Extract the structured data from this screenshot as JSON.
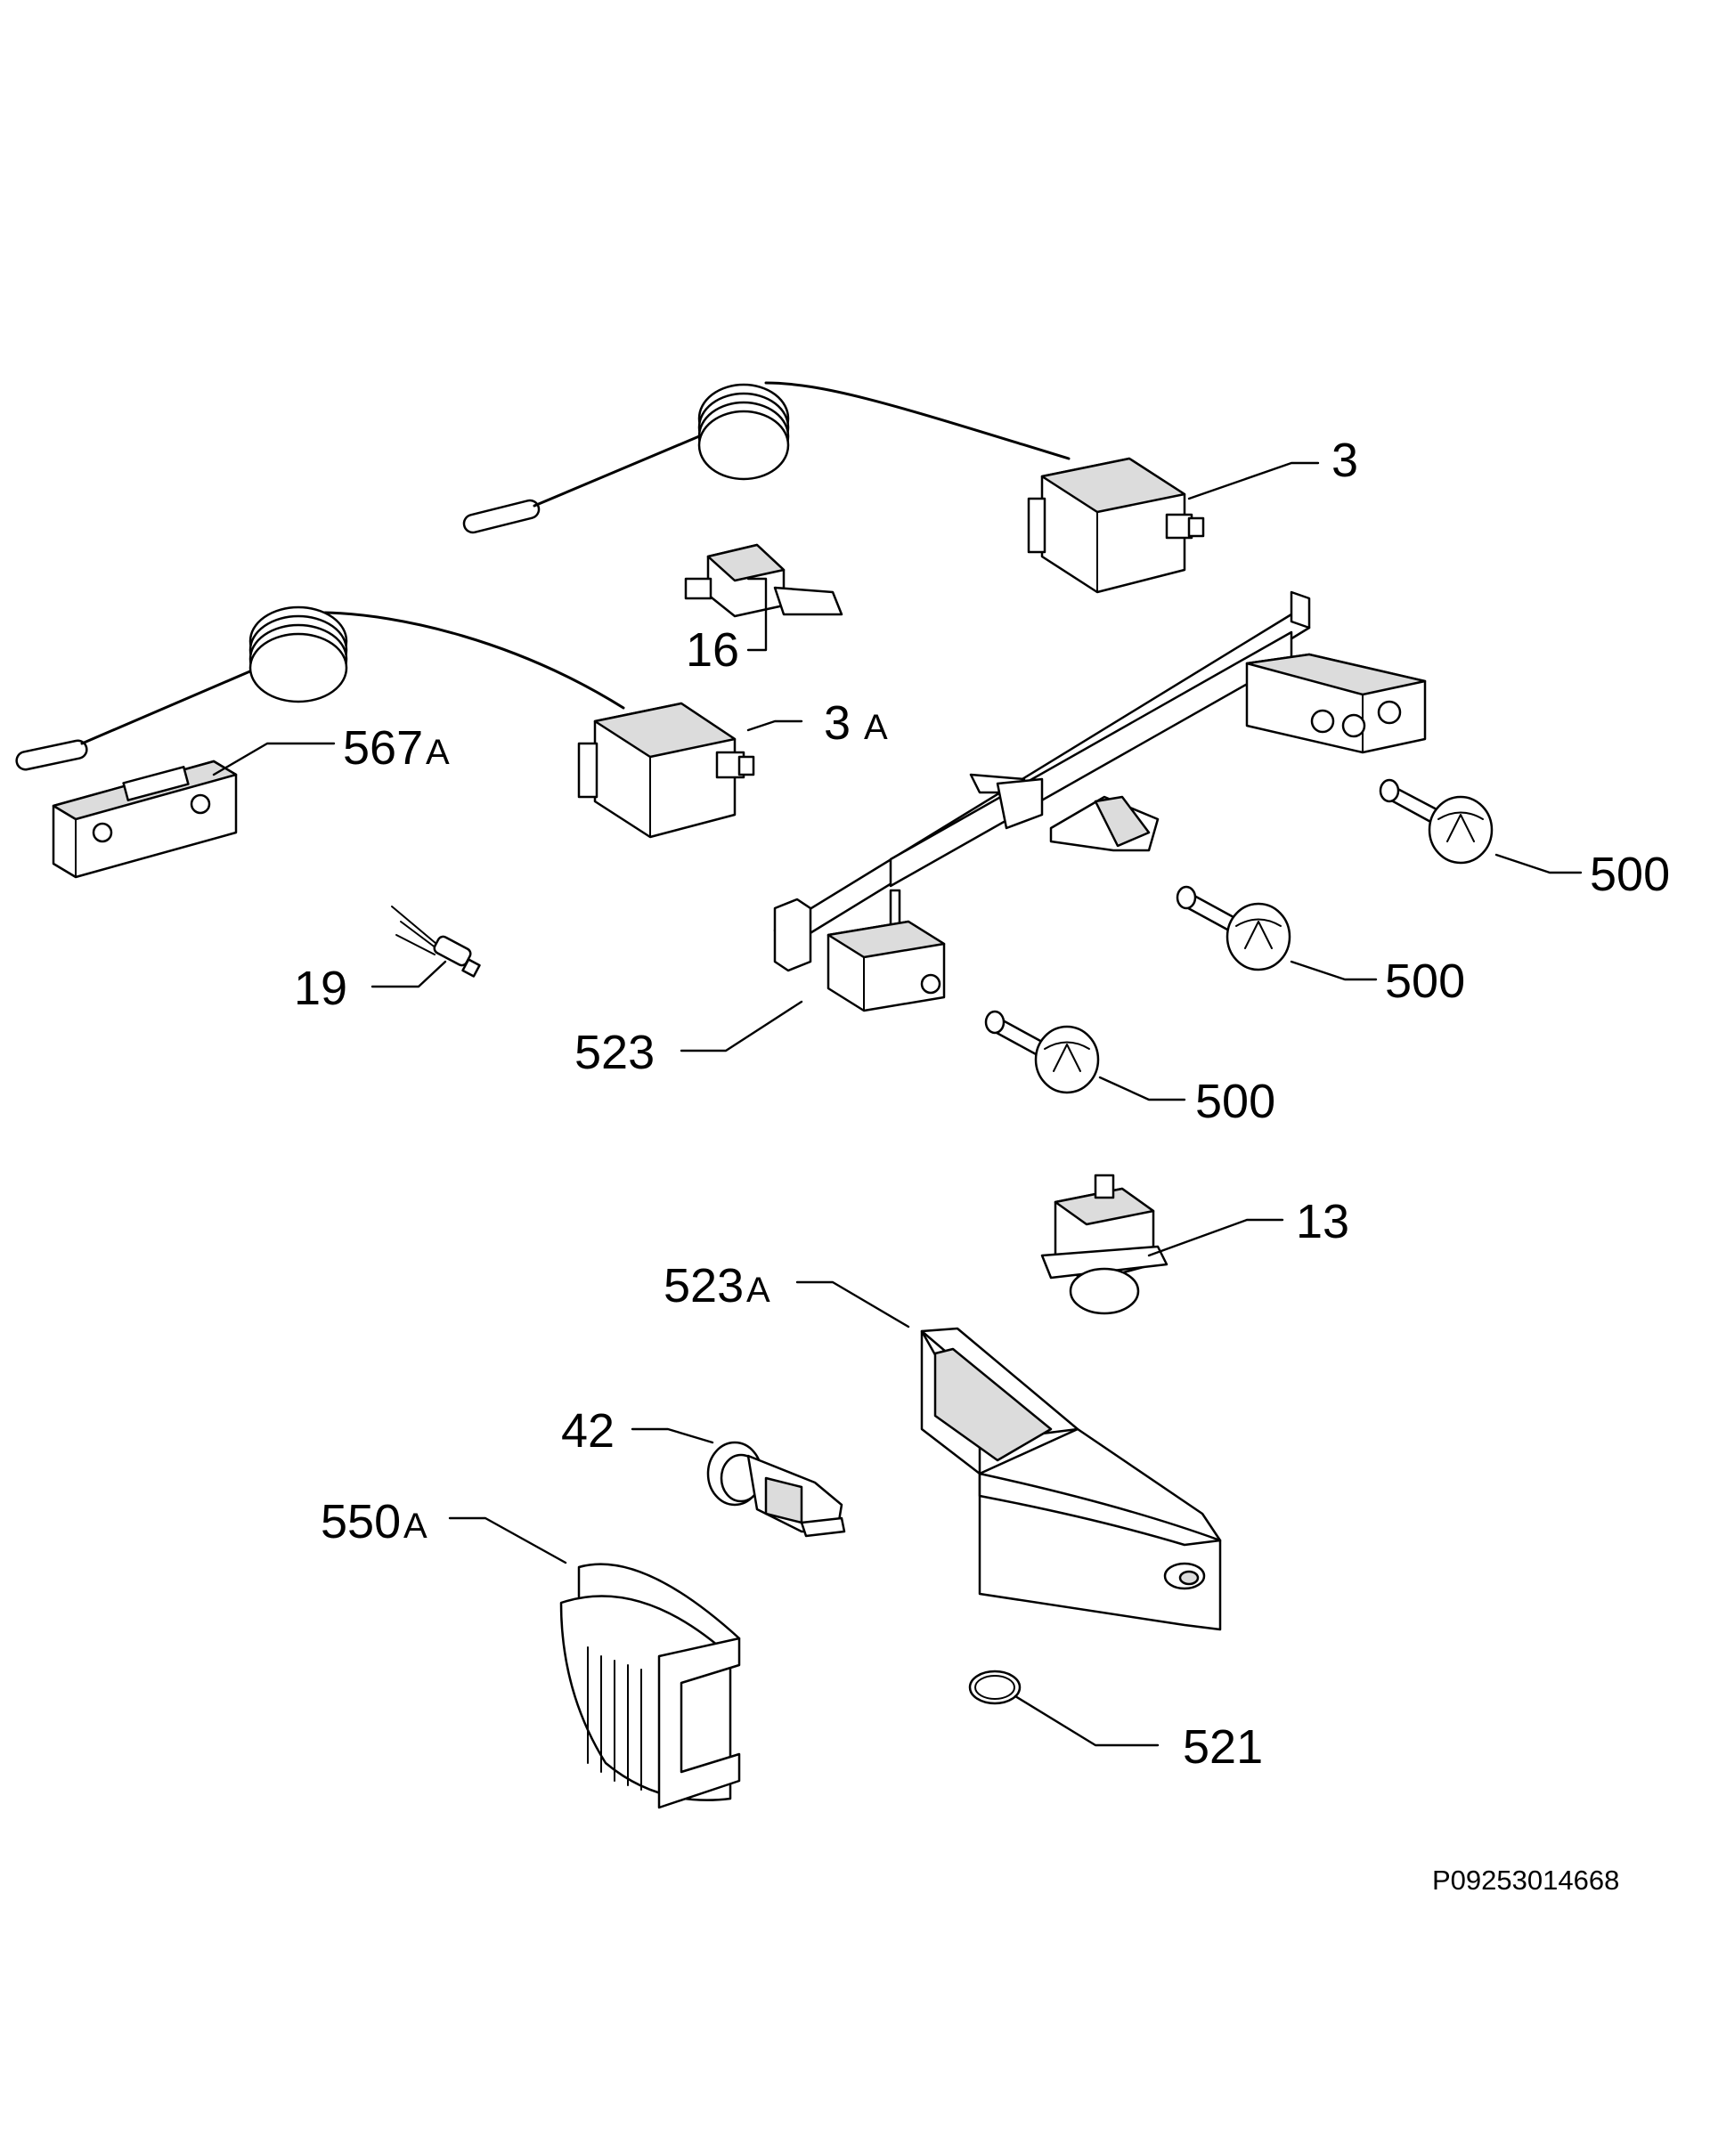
{
  "labels": {
    "p3": "3",
    "p3a_num": "3",
    "p3a_sfx": "A",
    "p16": "16",
    "p567a_num": "567",
    "p567a_sfx": "A",
    "p19": "19",
    "p500_a": "500",
    "p500_b": "500",
    "p500_c": "500",
    "p523": "523",
    "p13": "13",
    "p523a_num": "523",
    "p523a_sfx": "A",
    "p42": "42",
    "p550a_num": "550",
    "p550a_sfx": "A",
    "p521": "521"
  },
  "reference_code": "P09253014668"
}
